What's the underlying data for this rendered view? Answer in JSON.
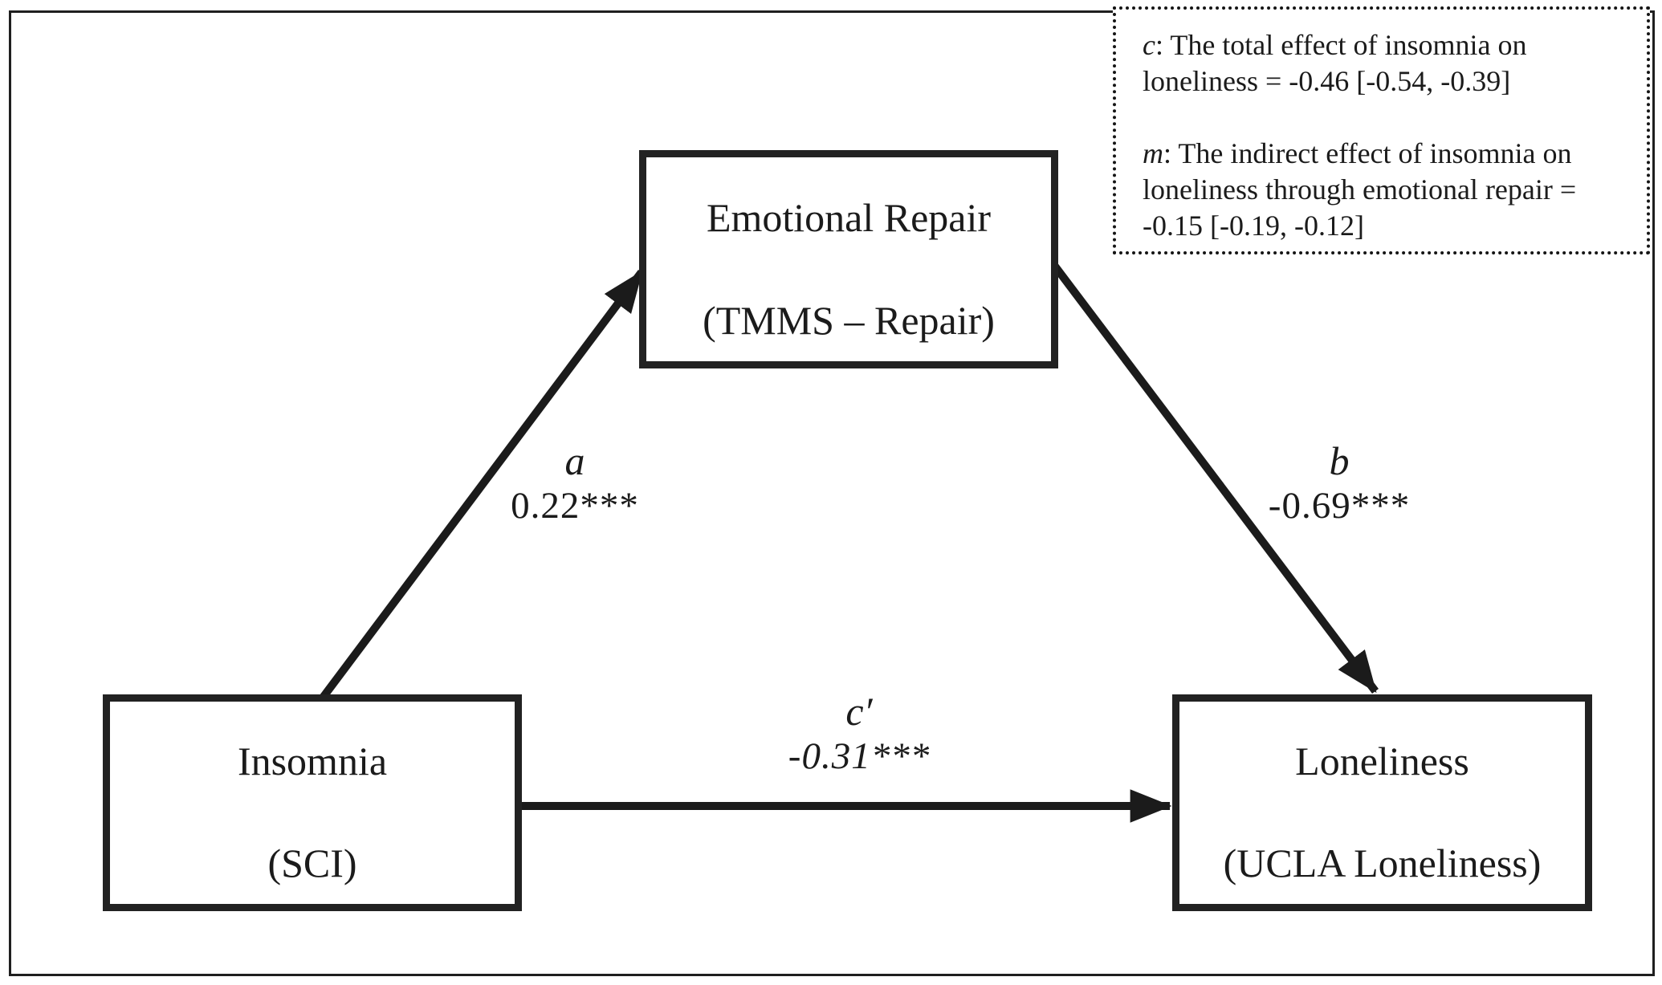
{
  "nodes": {
    "predictor": {
      "title": "Insomnia",
      "subtitle": "(SCI)"
    },
    "mediator": {
      "title": "Emotional Repair",
      "subtitle": "(TMMS – Repair)"
    },
    "outcome": {
      "title": "Loneliness",
      "subtitle": "(UCLA Loneliness)"
    }
  },
  "paths": {
    "a": {
      "label": "a",
      "value": "0.22***"
    },
    "b": {
      "label": "b",
      "value": "-0.69***"
    },
    "c_prime": {
      "label": "c′",
      "value": "-0.31***"
    }
  },
  "note": {
    "c_label": "c",
    "c_line1": ": The total effect of insomnia on",
    "c_line2": "loneliness = -0.46 [-0.54, -0.39]",
    "m_label": "m",
    "m_line1": ": The indirect effect of insomnia on",
    "m_line2": "loneliness through emotional repair =",
    "m_line3": "-0.15 [-0.19, -0.12]"
  },
  "colors": {
    "ink": "#1b1b1b",
    "background": "#ffffff"
  }
}
